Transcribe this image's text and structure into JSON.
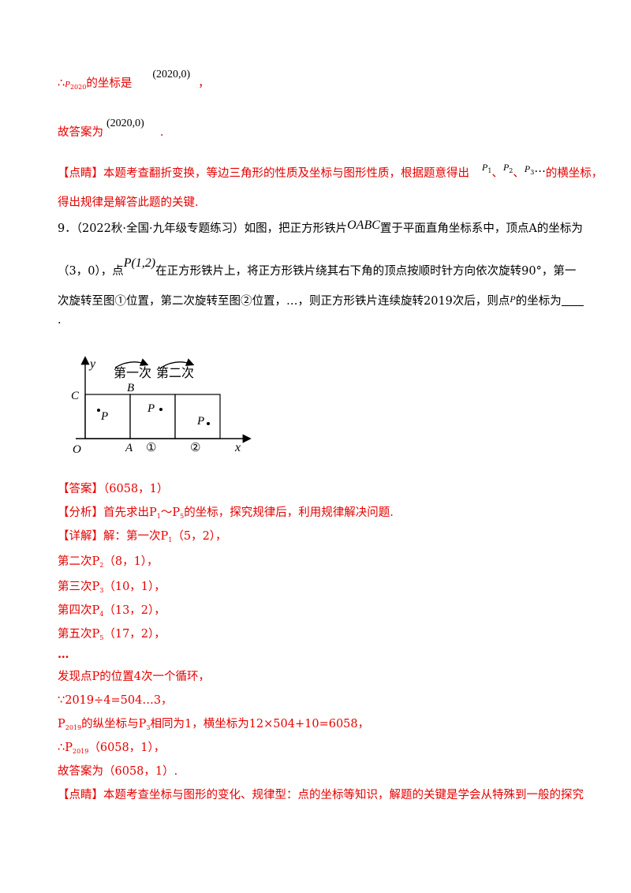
{
  "section_top": {
    "line1_prefix": "∴",
    "line1_var": "P",
    "line1_sub": "2020",
    "line1_text": "的坐标是",
    "line1_math": "(2020,0)",
    "line1_suffix": "，",
    "line2_text": "故答案为",
    "line2_math": "(2020,0)",
    "line2_suffix": "."
  },
  "dianjing1": {
    "tag": "【点睛】",
    "text_a": "本题考查翻折变换，等边三角形的性质及坐标与图形性质，根据题意得出",
    "p1": "P",
    "p1_sub": "1",
    "sep1": "、",
    "p2": "P",
    "p2_sub": "2",
    "sep2": "、",
    "p3": "P",
    "p3_sub": "3",
    "dots": "…",
    "text_b": "的横坐标，",
    "line2": "得出规律是解答此题的关键."
  },
  "question": {
    "number": "9．",
    "source": "（2022秋·全国·九年级专题练习）",
    "text_a": "如图，把正方形铁片",
    "oabc": "OABC",
    "text_b": "置于平面直角坐标系中，顶点A的坐标为",
    "line2_a": "（3，0），点",
    "p_point": "P(1,2)",
    "line2_b": "在正方形铁片上，将正方形铁片绕其右下角的顶点按顺时针方向依次旋转90°，第一",
    "line3_a": "次旋转至图①位置，第二次旋转至图②位置，…，则正方形铁片连续旋转2019次后，则点",
    "line3_p": "P",
    "line3_b": "的坐标为",
    "line4": "."
  },
  "figure": {
    "y_label": "y",
    "x_label": "x",
    "origin": "O",
    "c_label": "C",
    "b_label": "B",
    "a_label": "A",
    "p_label": "P",
    "first_rot": "第一次",
    "second_rot": "第二次",
    "pos1": "①",
    "pos2": "②"
  },
  "answer": {
    "tag": "【答案】",
    "value": "（6058，1）"
  },
  "analysis": {
    "tag": "【分析】",
    "text_a": "首先求出P",
    "sub_a": "1",
    "text_b": "～P",
    "sub_b": "5",
    "text_c": "的坐标，探究规律后，利用规律解决问题."
  },
  "detail": {
    "tag": "【详解】",
    "steps": [
      {
        "pre": "解：第一次P",
        "sub": "1",
        "post": "（5，2），"
      },
      {
        "pre": "第二次P",
        "sub": "2",
        "post": "（8，1），"
      },
      {
        "pre": "第三次P",
        "sub": "3",
        "post": "（10，1），"
      },
      {
        "pre": "第四次P",
        "sub": "4",
        "post": "（13，2），"
      },
      {
        "pre": "第五次P",
        "sub": "5",
        "post": "（17，2），"
      }
    ],
    "ellipsis": "…",
    "cycle": "发现点P的位置4次一个循环，",
    "division": "∵2019÷4=504…3，",
    "p2019_a": "P",
    "p2019_sub": "2019",
    "p2019_b": "的纵坐标与P",
    "p2019_sub2": "3",
    "p2019_c": "相同为1，横坐标为12×504+10=6058，",
    "therefore_a": "∴P",
    "therefore_sub": "2019",
    "therefore_b": "（6058，1），",
    "final": "故答案为（6058，1）."
  },
  "dianjing2": {
    "tag": "【点睛】",
    "text": "本题考查坐标与图形的变化、规律型：点的坐标等知识，解题的关键是学会从特殊到一般的探究"
  }
}
